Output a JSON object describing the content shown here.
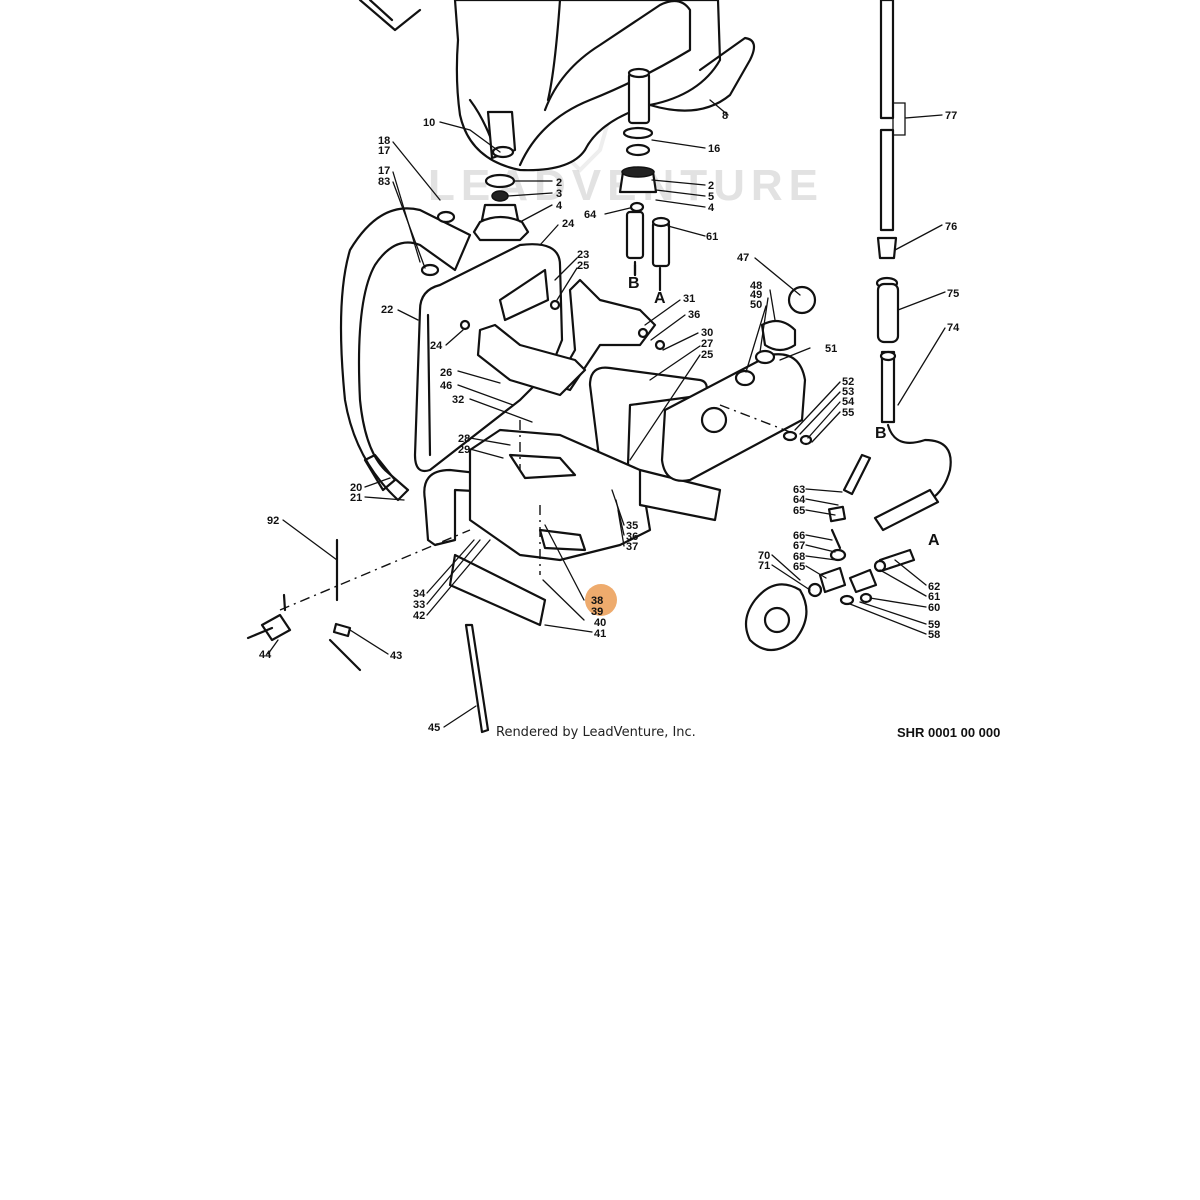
{
  "watermark": "LEADVENTURE",
  "credit": "Rendered by LeadVenture, Inc.",
  "diagram_code": "SHR 0001 00 000",
  "connectors": {
    "a": "A",
    "b": "B"
  },
  "highlight": {
    "part": "38",
    "color": "#e88f3c"
  },
  "callouts": [
    {
      "id": "8",
      "text": "8"
    },
    {
      "id": "10",
      "text": "10"
    },
    {
      "id": "16",
      "text": "16"
    },
    {
      "id": "18",
      "text": "18"
    },
    {
      "id": "17a",
      "text": "17"
    },
    {
      "id": "17b",
      "text": "17"
    },
    {
      "id": "83",
      "text": "83"
    },
    {
      "id": "2a",
      "text": "2"
    },
    {
      "id": "3",
      "text": "3"
    },
    {
      "id": "4a",
      "text": "4"
    },
    {
      "id": "2b",
      "text": "2"
    },
    {
      "id": "5",
      "text": "5"
    },
    {
      "id": "4b",
      "text": "4"
    },
    {
      "id": "64a",
      "text": "64"
    },
    {
      "id": "61a",
      "text": "61"
    },
    {
      "id": "24a",
      "text": "24"
    },
    {
      "id": "23",
      "text": "23"
    },
    {
      "id": "25a",
      "text": "25"
    },
    {
      "id": "22",
      "text": "22"
    },
    {
      "id": "24b",
      "text": "24"
    },
    {
      "id": "31",
      "text": "31"
    },
    {
      "id": "36a",
      "text": "36"
    },
    {
      "id": "30",
      "text": "30"
    },
    {
      "id": "27",
      "text": "27"
    },
    {
      "id": "25b",
      "text": "25"
    },
    {
      "id": "47",
      "text": "47"
    },
    {
      "id": "48",
      "text": "48"
    },
    {
      "id": "49",
      "text": "49"
    },
    {
      "id": "50",
      "text": "50"
    },
    {
      "id": "51",
      "text": "51"
    },
    {
      "id": "52",
      "text": "52"
    },
    {
      "id": "53",
      "text": "53"
    },
    {
      "id": "54",
      "text": "54"
    },
    {
      "id": "55",
      "text": "55"
    },
    {
      "id": "77",
      "text": "77"
    },
    {
      "id": "76",
      "text": "76"
    },
    {
      "id": "75",
      "text": "75"
    },
    {
      "id": "74",
      "text": "74"
    },
    {
      "id": "26",
      "text": "26"
    },
    {
      "id": "46",
      "text": "46"
    },
    {
      "id": "32",
      "text": "32"
    },
    {
      "id": "28",
      "text": "28"
    },
    {
      "id": "29",
      "text": "29"
    },
    {
      "id": "20",
      "text": "20"
    },
    {
      "id": "21",
      "text": "21"
    },
    {
      "id": "92",
      "text": "92"
    },
    {
      "id": "35",
      "text": "35"
    },
    {
      "id": "36b",
      "text": "36"
    },
    {
      "id": "37",
      "text": "37"
    },
    {
      "id": "34",
      "text": "34"
    },
    {
      "id": "33",
      "text": "33"
    },
    {
      "id": "42",
      "text": "42"
    },
    {
      "id": "38",
      "text": "38"
    },
    {
      "id": "39",
      "text": "39"
    },
    {
      "id": "40",
      "text": "40"
    },
    {
      "id": "41",
      "text": "41"
    },
    {
      "id": "44",
      "text": "44"
    },
    {
      "id": "43",
      "text": "43"
    },
    {
      "id": "45",
      "text": "45"
    },
    {
      "id": "63",
      "text": "63"
    },
    {
      "id": "64b",
      "text": "64"
    },
    {
      "id": "65a",
      "text": "65"
    },
    {
      "id": "66",
      "text": "66"
    },
    {
      "id": "67",
      "text": "67"
    },
    {
      "id": "68",
      "text": "68"
    },
    {
      "id": "65b",
      "text": "65"
    },
    {
      "id": "70",
      "text": "70"
    },
    {
      "id": "71",
      "text": "71"
    },
    {
      "id": "62",
      "text": "62"
    },
    {
      "id": "61b",
      "text": "61"
    },
    {
      "id": "60",
      "text": "60"
    },
    {
      "id": "59",
      "text": "59"
    },
    {
      "id": "58",
      "text": "58"
    }
  ]
}
